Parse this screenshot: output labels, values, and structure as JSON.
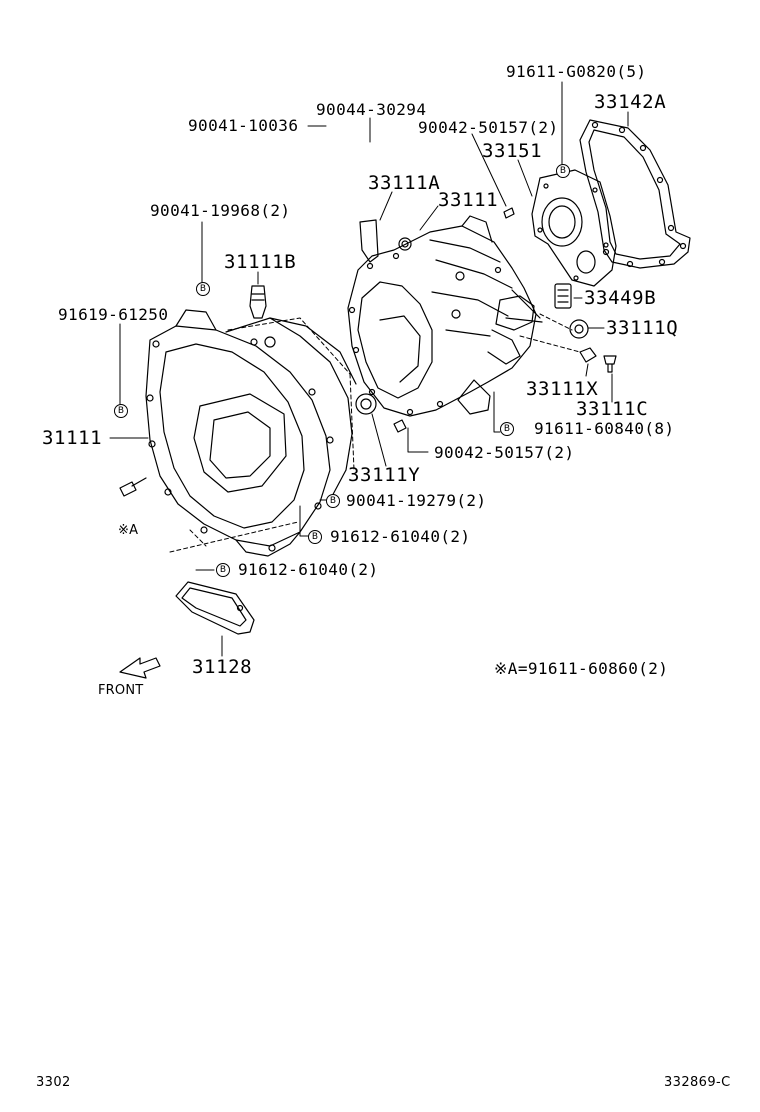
{
  "labels": {
    "p_91611_g0820": "91611-G0820(5)",
    "p_33142a": "33142A",
    "p_90044_30294": "90044-30294",
    "p_90041_10036": "90041-10036",
    "p_90042_50157_top": "90042-50157(2)",
    "p_33151": "33151",
    "p_33111a": "33111A",
    "p_33111": "33111",
    "p_90041_19968": "90041-19968(2)",
    "p_31111b": "31111B",
    "p_33449b": "33449B",
    "p_91619_61250": "91619-61250",
    "p_33111q": "33111Q",
    "p_33111x": "33111X",
    "p_33111c": "33111C",
    "p_31111": "31111",
    "p_91611_60840": "91611-60840(8)",
    "p_90042_50157_bottom": "90042-50157(2)",
    "p_33111y": "33111Y",
    "p_90041_19279": "90041-19279(2)",
    "p_x_a": "※A",
    "p_91612_61040_a": "91612-61040(2)",
    "p_91612_61040_b": "91612-61040(2)",
    "p_31128": "31128",
    "front": "FRONT",
    "note_a": "※A=91611-60860(2)"
  },
  "bolt_marker": "B",
  "footer": {
    "page_code": "3302",
    "figure_code": "332869-C"
  }
}
